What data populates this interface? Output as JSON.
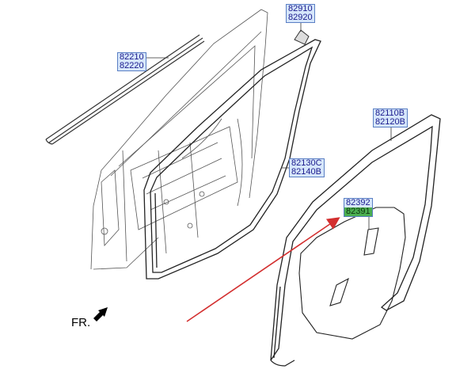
{
  "labels": {
    "molding_a": {
      "line1": "82210",
      "line2": "82220"
    },
    "delta_cover": {
      "line1": "82910",
      "line2": "82920"
    },
    "seal_body": {
      "line1": "82110B",
      "line2": "82120B"
    },
    "seal_door": {
      "line1": "82130C",
      "line2": "82140B"
    },
    "sealing_cover": {
      "line1": "82392",
      "line2": "82391"
    }
  },
  "direction": {
    "text": "FR."
  },
  "colors": {
    "label_fill": "#d6e6fb",
    "label_border": "#5a7fc4",
    "label_text": "#1a1a8c",
    "highlight_fill": "#4caf50",
    "arrow": "#d32f2f"
  }
}
